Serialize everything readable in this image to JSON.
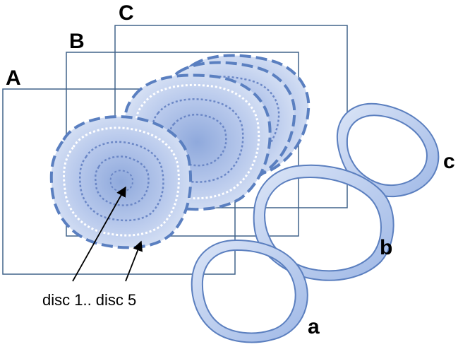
{
  "colors": {
    "box_stroke": "#41638a",
    "disc_fill_light": "#dde6f6",
    "disc_fill_dark": "#8fa9dc",
    "disc_outline": "#5a7fc0",
    "dotted": "#6b87c6",
    "ring_fill": "#b9cdf0",
    "ring_outline": "#5b7fbf"
  },
  "boxes": [
    {
      "id": "A",
      "label": "A"
    },
    {
      "id": "B",
      "label": "B"
    },
    {
      "id": "C",
      "label": "C"
    }
  ],
  "rings": [
    {
      "id": "a",
      "label": "a"
    },
    {
      "id": "b",
      "label": "b"
    },
    {
      "id": "c",
      "label": "c"
    }
  ],
  "annotation": {
    "text": "disc 1.. disc 5"
  }
}
